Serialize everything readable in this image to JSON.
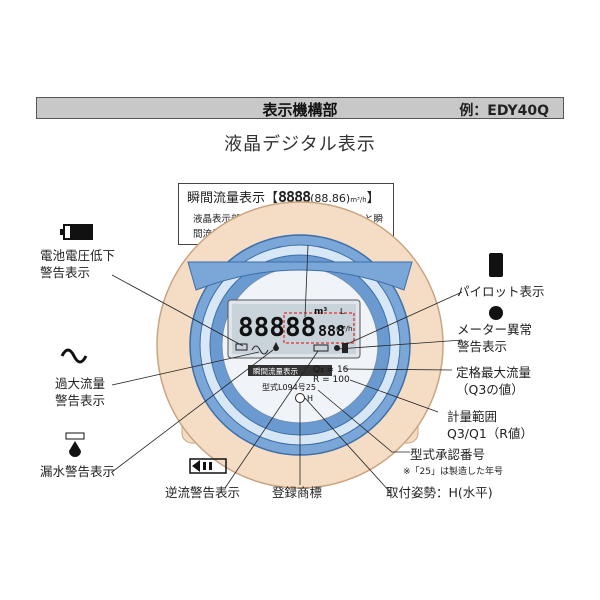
{
  "header": {
    "title": "表示機構部",
    "example": "例：EDY40Q"
  },
  "subtitle": "液晶デジタル表示",
  "callout": {
    "title": "瞬間流量表示【",
    "digits": "8888",
    "sample": "(88.86)",
    "unit": "m³/h",
    "close": "】",
    "body": "液晶表示部の下部にマグネットを当てると瞬間流量値を約30秒間表示します。"
  },
  "labels": {
    "battery": [
      "電池電圧低下",
      "警告表示"
    ],
    "overflow": [
      "過大流量",
      "警告表示"
    ],
    "leak": "漏水警告表示",
    "reverse": "逆流警告表示",
    "trademark": "登録商標",
    "pilot": "パイロット表示",
    "meter_error": [
      "メーター異常",
      "警告表示"
    ],
    "max_flow": [
      "定格最大流量",
      "（Q3の値）"
    ],
    "range": [
      "計量範囲",
      "Q3/Q1（R値）"
    ],
    "approval": "型式承認番号",
    "approval_note": "※「25」は製造した年号",
    "mounting": "取付姿勢：H(水平)"
  },
  "meter": {
    "lcd_digits": "88888",
    "lcd_small": "888",
    "m3": "m³",
    "l": "L",
    "unit_small": "m³/h",
    "bottom_tag": "瞬間流量表示",
    "q3": "Q₃ = 16",
    "r": "R = 100",
    "model": "型式L094号25",
    "h": "H"
  }
}
